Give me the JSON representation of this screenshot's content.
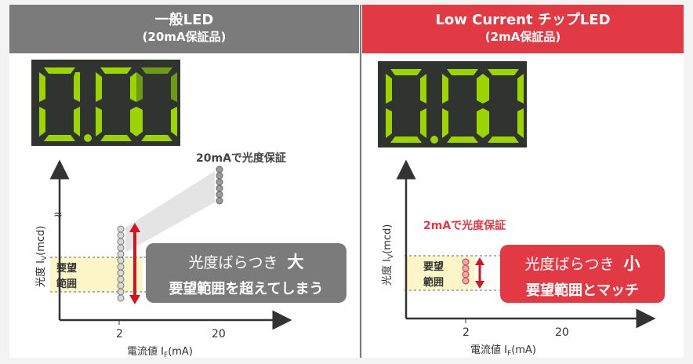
{
  "left": {
    "header_line1": "一般LED",
    "header_line2": "(20mA保証品)",
    "display_digits": "0.00",
    "annotation": "20mAで光度保証",
    "callout_line1": "光度ばらつき",
    "callout_emph": "大",
    "callout_line2": "要望範囲を超えてしまう"
  },
  "right": {
    "header_line1": "Low Current チップLED",
    "header_line2": "(2mA保証品)",
    "display_digits": "0.00",
    "annotation": "2mAで光度保証",
    "callout_line1": "光度ばらつき",
    "callout_emph": "小",
    "callout_line2": "要望範囲とマッチ"
  },
  "axis": {
    "ylabel_main": "光度",
    "ylabel_sym": "I",
    "ylabel_sub": "V",
    "ylabel_unit": "(mcd)",
    "xlabel_main": "電流値",
    "xlabel_sym": "I",
    "xlabel_sub": "F",
    "xlabel_unit": "(mA)",
    "tick_a": "2",
    "tick_b": "20",
    "band_line1": "要望",
    "band_line2": "範囲"
  },
  "colors": {
    "gray_header": "#7b7b7b",
    "red_header": "#e23a45",
    "accent_red": "#d4141e",
    "band": "#fbf5c8",
    "segment_on": "#9bd400"
  }
}
